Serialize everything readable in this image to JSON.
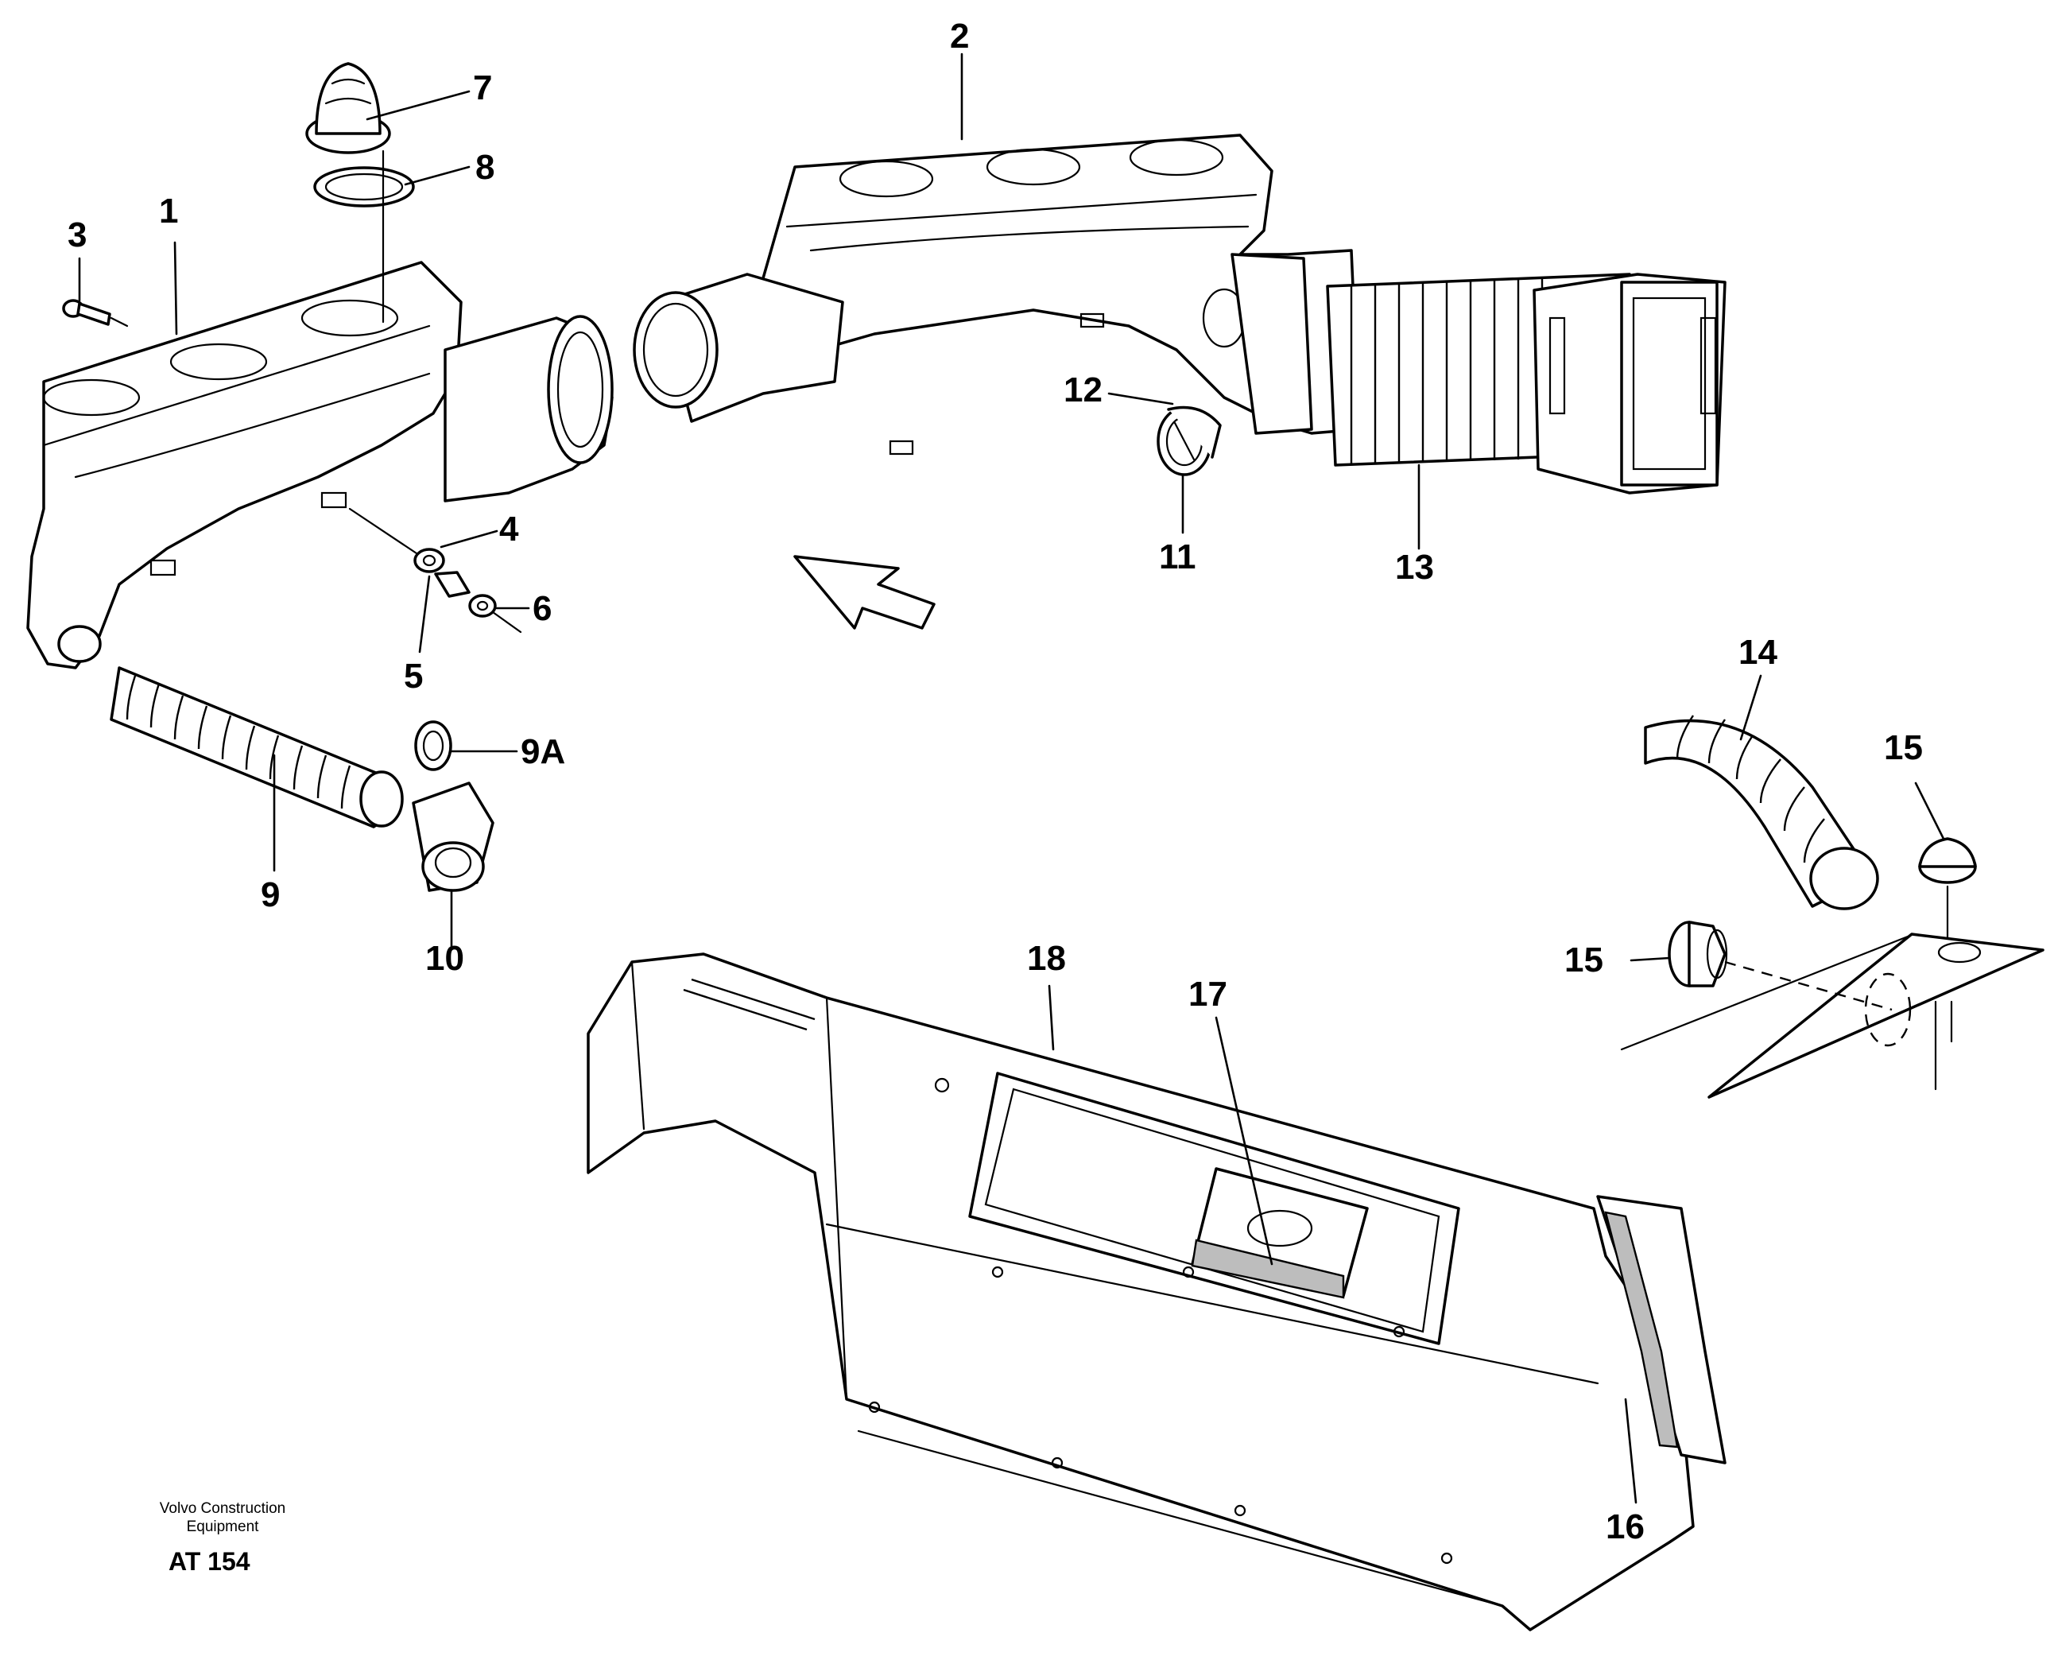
{
  "diagram": {
    "callouts": [
      "1",
      "2",
      "3",
      "4",
      "5",
      "6",
      "7",
      "8",
      "9",
      "9A",
      "10",
      "11",
      "12",
      "13",
      "14",
      "15",
      "15",
      "16",
      "17",
      "18"
    ],
    "footer": {
      "brand_line1": "Volvo Construction",
      "brand_line2": "Equipment",
      "code": "AT 154"
    }
  }
}
